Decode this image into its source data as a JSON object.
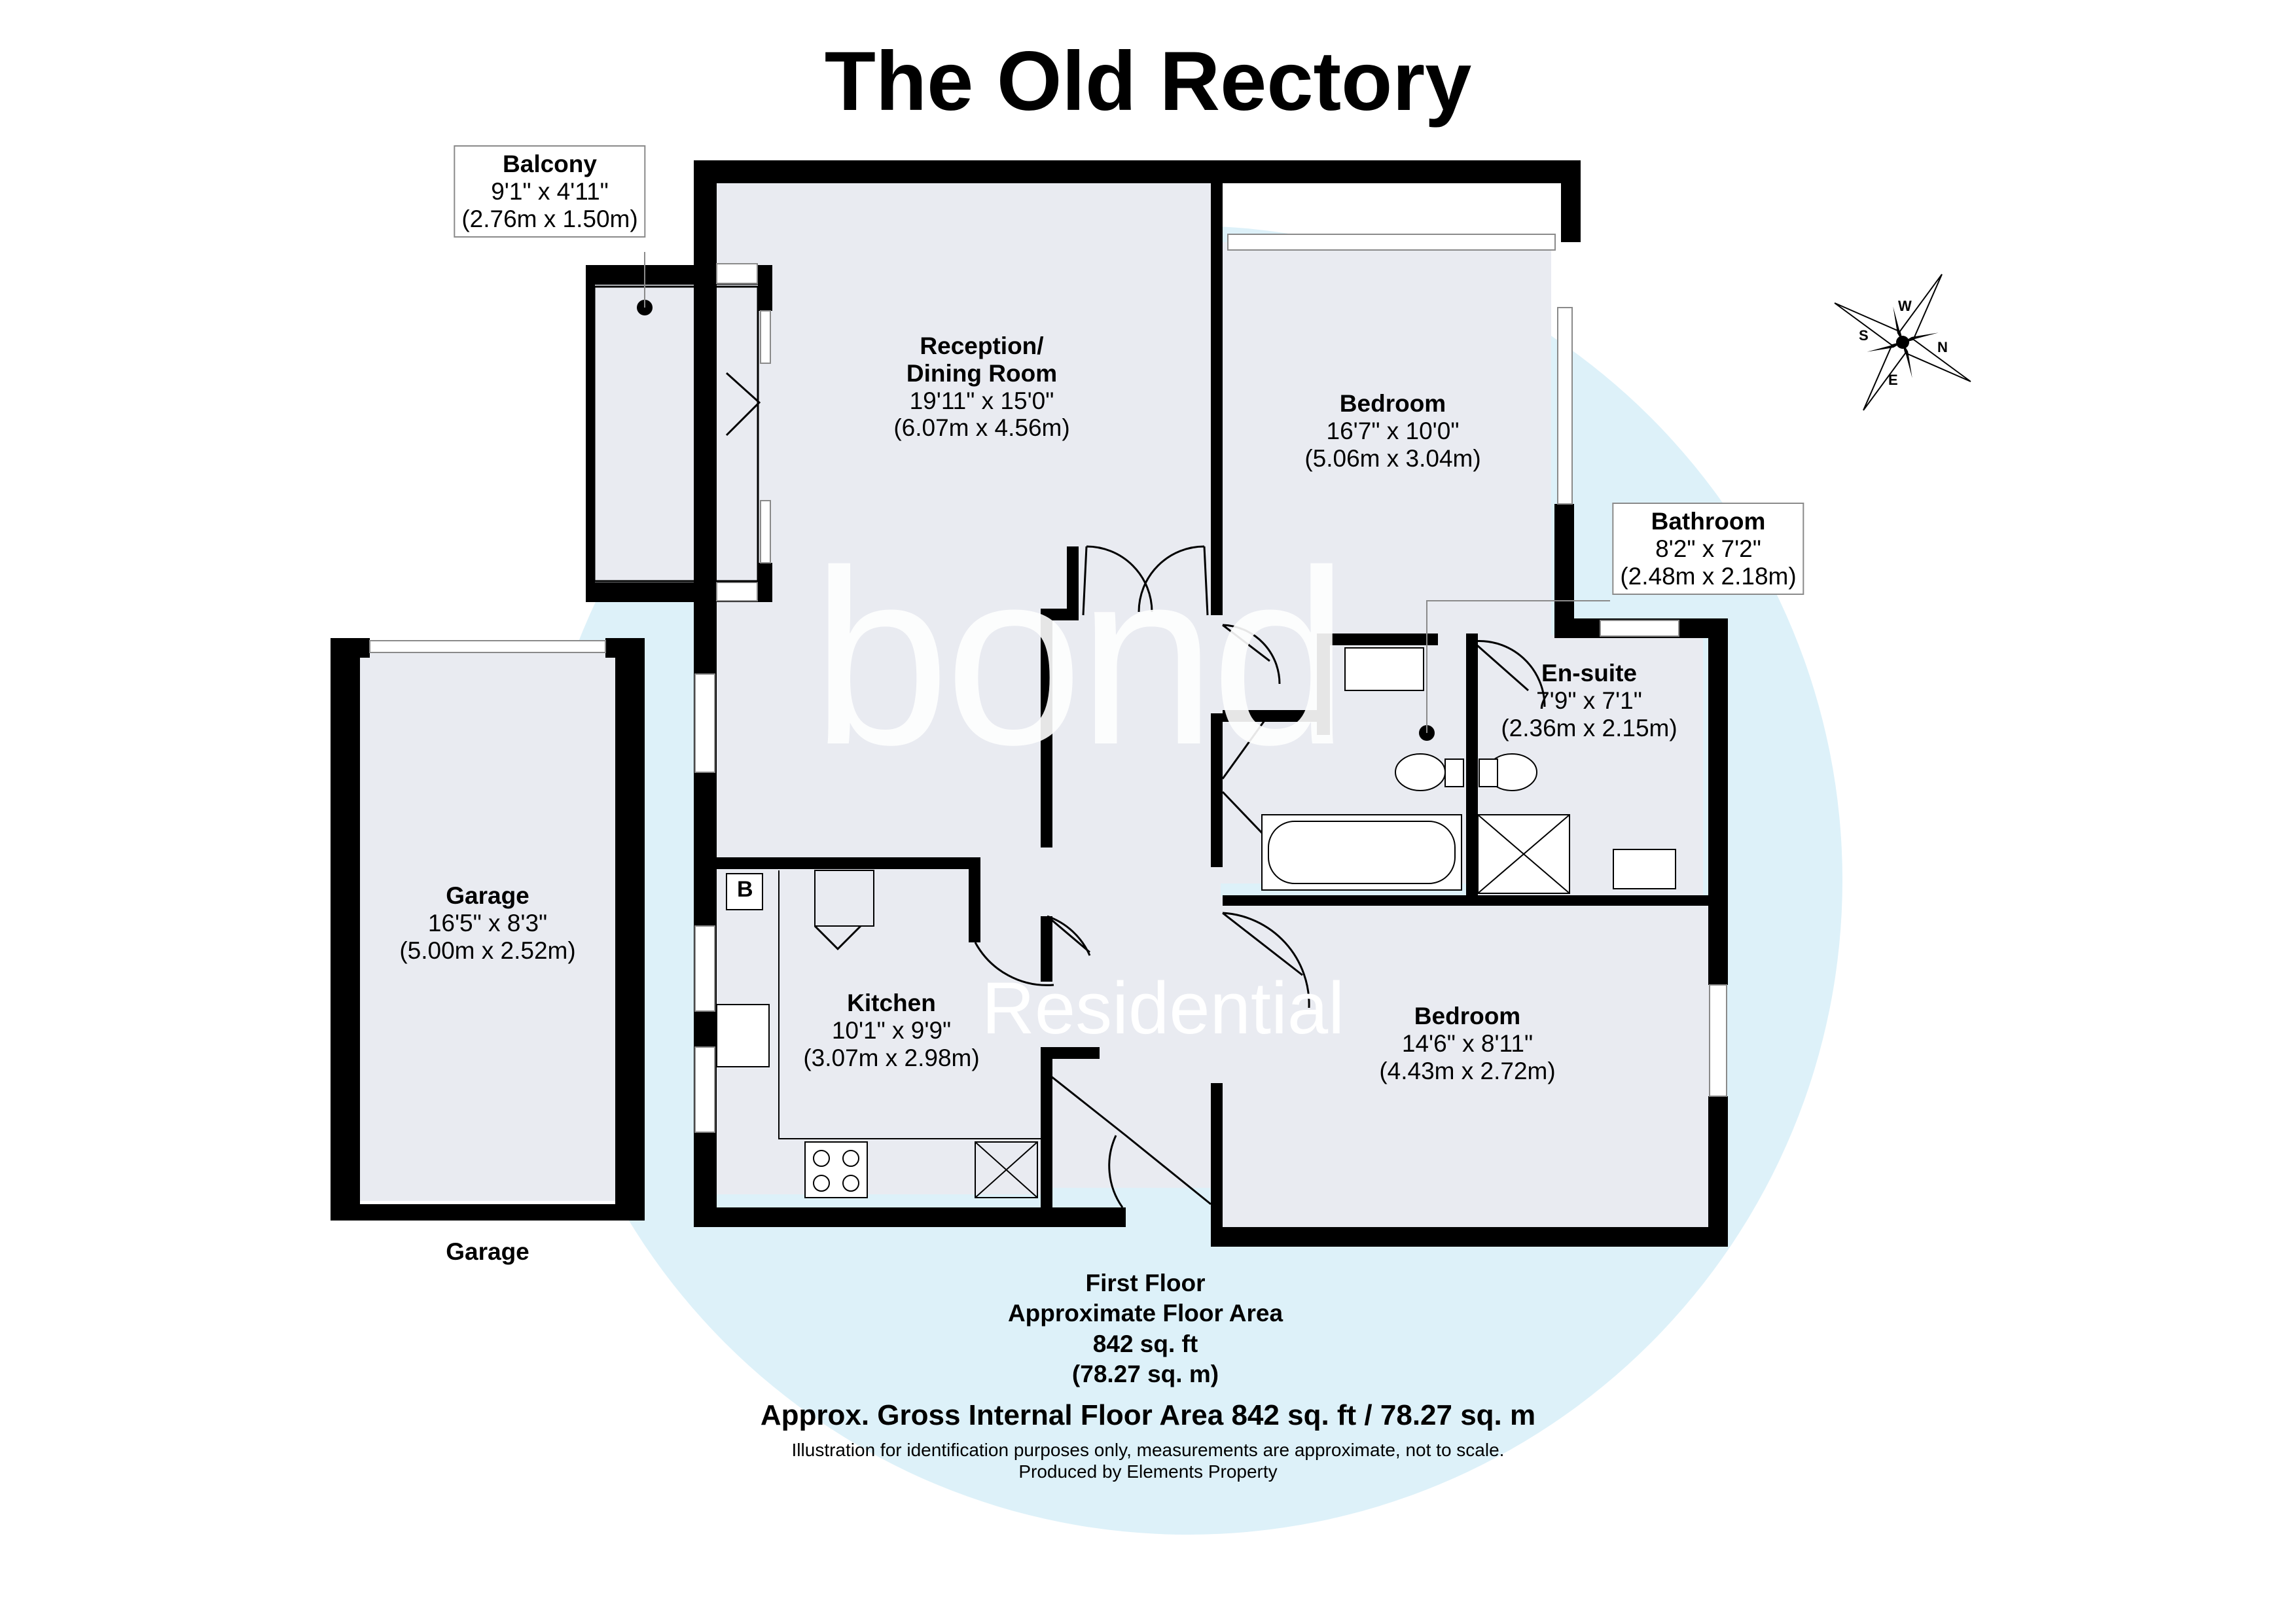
{
  "title": "The Old Rectory",
  "rooms": {
    "balcony": {
      "name": "Balcony",
      "imperial": "9'1\" x 4'11\"",
      "metric": "(2.76m x 1.50m)"
    },
    "reception": {
      "name_line1": "Reception/",
      "name_line2": "Dining Room",
      "imperial": "19'11\" x 15'0\"",
      "metric": "(6.07m x 4.56m)"
    },
    "bedroom1": {
      "name": "Bedroom",
      "imperial": "16'7\" x 10'0\"",
      "metric": "(5.06m x 3.04m)"
    },
    "bathroom": {
      "name": "Bathroom",
      "imperial": "8'2\" x 7'2\"",
      "metric": "(2.48m x 2.18m)"
    },
    "ensuite": {
      "name": "En-suite",
      "imperial": "7'9\" x 7'1\"",
      "metric": "(2.36m x 2.15m)"
    },
    "kitchen": {
      "name": "Kitchen",
      "imperial": "10'1\" x 9'9\"",
      "metric": "(3.07m x 2.98m)"
    },
    "bedroom2": {
      "name": "Bedroom",
      "imperial": "14'6\" x 8'11\"",
      "metric": "(4.43m x 2.72m)"
    },
    "garage": {
      "name": "Garage",
      "imperial": "16'5\" x 8'3\"",
      "metric": "(5.00m x 2.52m)"
    }
  },
  "boiler_label": "B",
  "garage_caption": "Garage",
  "floor": {
    "name": "First Floor",
    "area_label": "Approximate Floor Area",
    "sqft": "842 sq. ft",
    "sqm": "(78.27 sq. m)"
  },
  "gross_area": "Approx. Gross Internal Floor Area 842 sq. ft / 78.27 sq. m",
  "disclaimer": "Illustration for identification purposes only, measurements are approximate, not to scale.",
  "produced_by": "Produced by Elements Property",
  "compass": {
    "n": "N",
    "s": "S",
    "e": "E",
    "w": "W"
  },
  "watermark": {
    "word": "bond",
    "sub": "Residential"
  },
  "colors": {
    "wall": "#000000",
    "floor": "#e9ebf1",
    "watermark": "#ddf1f9"
  }
}
